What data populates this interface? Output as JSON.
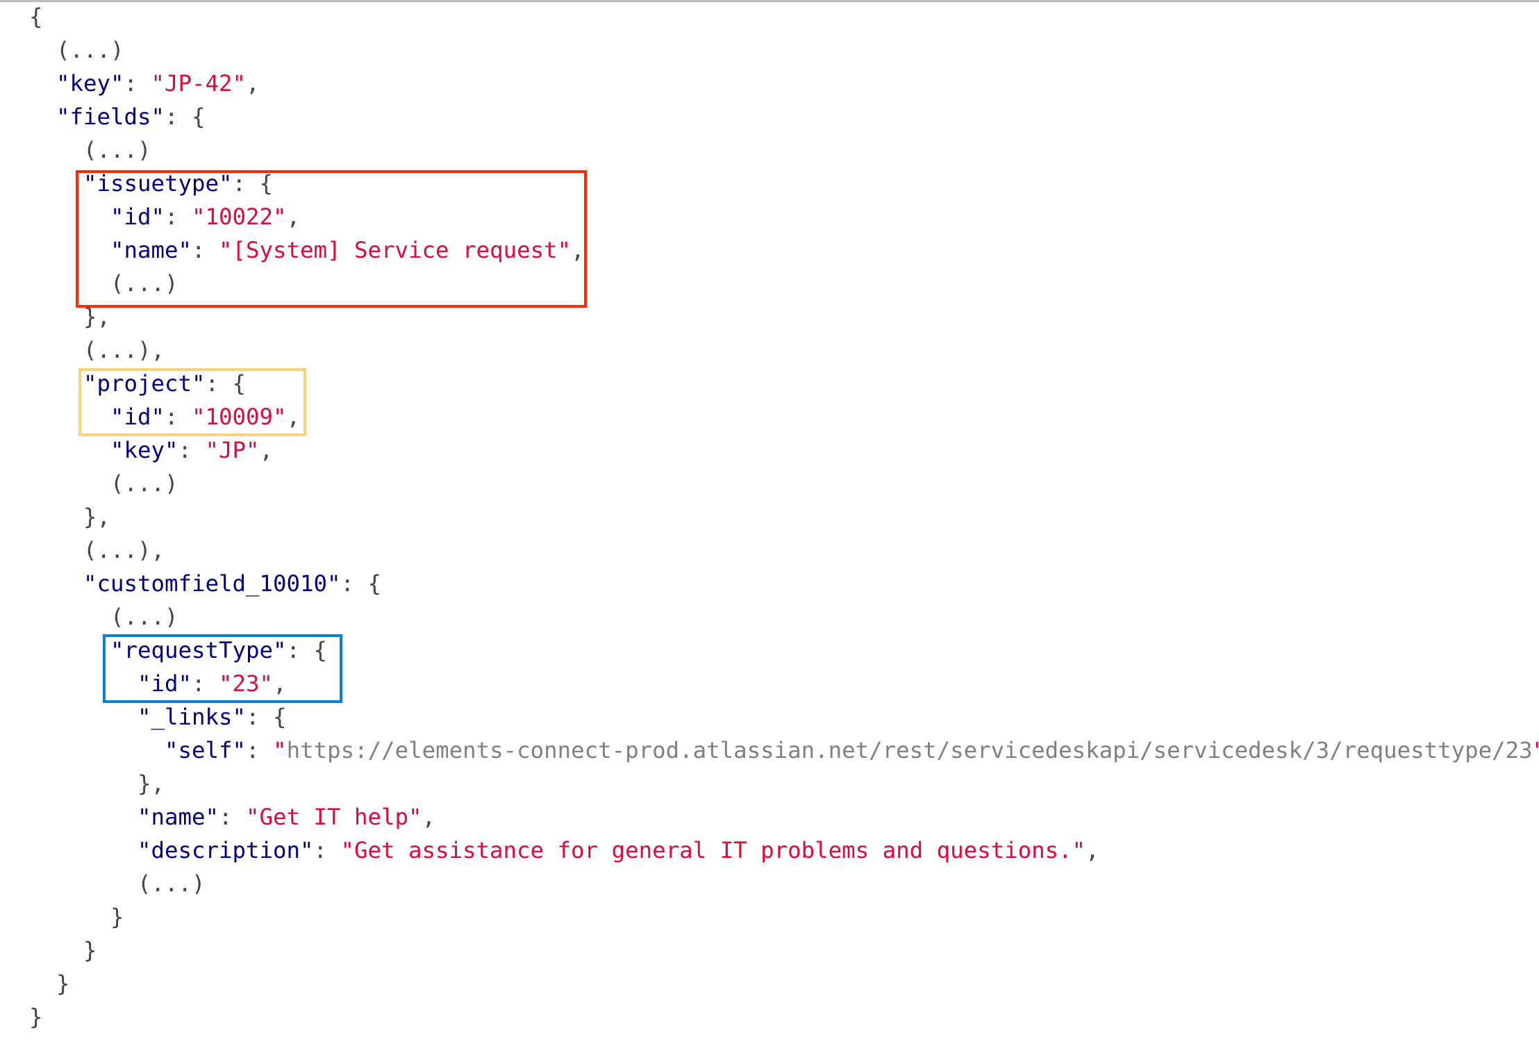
{
  "colors": {
    "key": "#000080",
    "string": "#dd0a3b",
    "punct": "#444444",
    "url": "#808080",
    "highlight_red": "#ff2a00",
    "highlight_orange": "#fbd17b",
    "highlight_blue": "#0a7fd4"
  },
  "lines": [
    {
      "indent": 0,
      "tokens": [
        {
          "t": "{",
          "c": "p"
        }
      ]
    },
    {
      "indent": 1,
      "tokens": [
        {
          "t": "(...)",
          "c": "p"
        }
      ]
    },
    {
      "indent": 1,
      "tokens": [
        {
          "t": "\"key\"",
          "c": "k"
        },
        {
          "t": ": ",
          "c": "p"
        },
        {
          "t": "\"JP-42\"",
          "c": "s"
        },
        {
          "t": ",",
          "c": "p"
        }
      ]
    },
    {
      "indent": 1,
      "tokens": [
        {
          "t": "\"fields\"",
          "c": "k"
        },
        {
          "t": ": {",
          "c": "p"
        }
      ]
    },
    {
      "indent": 2,
      "tokens": [
        {
          "t": "(...)",
          "c": "p"
        }
      ]
    },
    {
      "indent": 2,
      "tokens": [
        {
          "t": "\"issuetype\"",
          "c": "k"
        },
        {
          "t": ": {",
          "c": "p"
        }
      ]
    },
    {
      "indent": 3,
      "tokens": [
        {
          "t": "\"id\"",
          "c": "k"
        },
        {
          "t": ": ",
          "c": "p"
        },
        {
          "t": "\"10022\"",
          "c": "s"
        },
        {
          "t": ",",
          "c": "p"
        }
      ]
    },
    {
      "indent": 3,
      "tokens": [
        {
          "t": "\"name\"",
          "c": "k"
        },
        {
          "t": ": ",
          "c": "p"
        },
        {
          "t": "\"[System] Service request\"",
          "c": "s"
        },
        {
          "t": ",",
          "c": "p"
        }
      ]
    },
    {
      "indent": 3,
      "tokens": [
        {
          "t": "(...)",
          "c": "p"
        }
      ]
    },
    {
      "indent": 2,
      "tokens": [
        {
          "t": "},",
          "c": "p"
        }
      ]
    },
    {
      "indent": 2,
      "tokens": [
        {
          "t": "(...),",
          "c": "p"
        }
      ]
    },
    {
      "indent": 2,
      "tokens": [
        {
          "t": "\"project\"",
          "c": "k"
        },
        {
          "t": ": {",
          "c": "p"
        }
      ]
    },
    {
      "indent": 3,
      "tokens": [
        {
          "t": "\"id\"",
          "c": "k"
        },
        {
          "t": ": ",
          "c": "p"
        },
        {
          "t": "\"10009\"",
          "c": "s"
        },
        {
          "t": ",",
          "c": "p"
        }
      ]
    },
    {
      "indent": 3,
      "tokens": [
        {
          "t": "\"key\"",
          "c": "k"
        },
        {
          "t": ": ",
          "c": "p"
        },
        {
          "t": "\"JP\"",
          "c": "s"
        },
        {
          "t": ",",
          "c": "p"
        }
      ]
    },
    {
      "indent": 3,
      "tokens": [
        {
          "t": "(...)",
          "c": "p"
        }
      ]
    },
    {
      "indent": 2,
      "tokens": [
        {
          "t": "},",
          "c": "p"
        }
      ]
    },
    {
      "indent": 2,
      "tokens": [
        {
          "t": "(...),",
          "c": "p"
        }
      ]
    },
    {
      "indent": 2,
      "tokens": [
        {
          "t": "\"customfield_10010\"",
          "c": "k"
        },
        {
          "t": ": {",
          "c": "p"
        }
      ]
    },
    {
      "indent": 3,
      "tokens": [
        {
          "t": "(...)",
          "c": "p"
        }
      ]
    },
    {
      "indent": 3,
      "tokens": [
        {
          "t": "\"requestType\"",
          "c": "k"
        },
        {
          "t": ": {",
          "c": "p"
        }
      ]
    },
    {
      "indent": 4,
      "tokens": [
        {
          "t": "\"id\"",
          "c": "k"
        },
        {
          "t": ": ",
          "c": "p"
        },
        {
          "t": "\"23\"",
          "c": "s"
        },
        {
          "t": ",",
          "c": "p"
        }
      ]
    },
    {
      "indent": 4,
      "tokens": [
        {
          "t": "\"_links\"",
          "c": "k"
        },
        {
          "t": ": {",
          "c": "p"
        }
      ]
    },
    {
      "indent": 5,
      "tokens": [
        {
          "t": "\"self\"",
          "c": "k"
        },
        {
          "t": ": ",
          "c": "p"
        },
        {
          "t": "\"",
          "c": "s"
        },
        {
          "t": "https://elements-connect-prod.atlassian.net/rest/servicedeskapi/servicedesk/3/requesttype/23",
          "c": "u"
        },
        {
          "t": "\"",
          "c": "s"
        }
      ]
    },
    {
      "indent": 4,
      "tokens": [
        {
          "t": "},",
          "c": "p"
        }
      ]
    },
    {
      "indent": 4,
      "tokens": [
        {
          "t": "\"name\"",
          "c": "k"
        },
        {
          "t": ": ",
          "c": "p"
        },
        {
          "t": "\"Get IT help\"",
          "c": "s"
        },
        {
          "t": ",",
          "c": "p"
        }
      ]
    },
    {
      "indent": 4,
      "tokens": [
        {
          "t": "\"description\"",
          "c": "k"
        },
        {
          "t": ": ",
          "c": "p"
        },
        {
          "t": "\"Get assistance for general IT problems and questions.\"",
          "c": "s"
        },
        {
          "t": ",",
          "c": "p"
        }
      ]
    },
    {
      "indent": 4,
      "tokens": [
        {
          "t": "(...)",
          "c": "p"
        }
      ]
    },
    {
      "indent": 3,
      "tokens": [
        {
          "t": "}",
          "c": "p"
        }
      ]
    },
    {
      "indent": 2,
      "tokens": [
        {
          "t": "}",
          "c": "p"
        }
      ]
    },
    {
      "indent": 1,
      "tokens": [
        {
          "t": "}",
          "c": "p"
        }
      ]
    },
    {
      "indent": 0,
      "tokens": [
        {
          "t": "}",
          "c": "p"
        }
      ]
    }
  ]
}
